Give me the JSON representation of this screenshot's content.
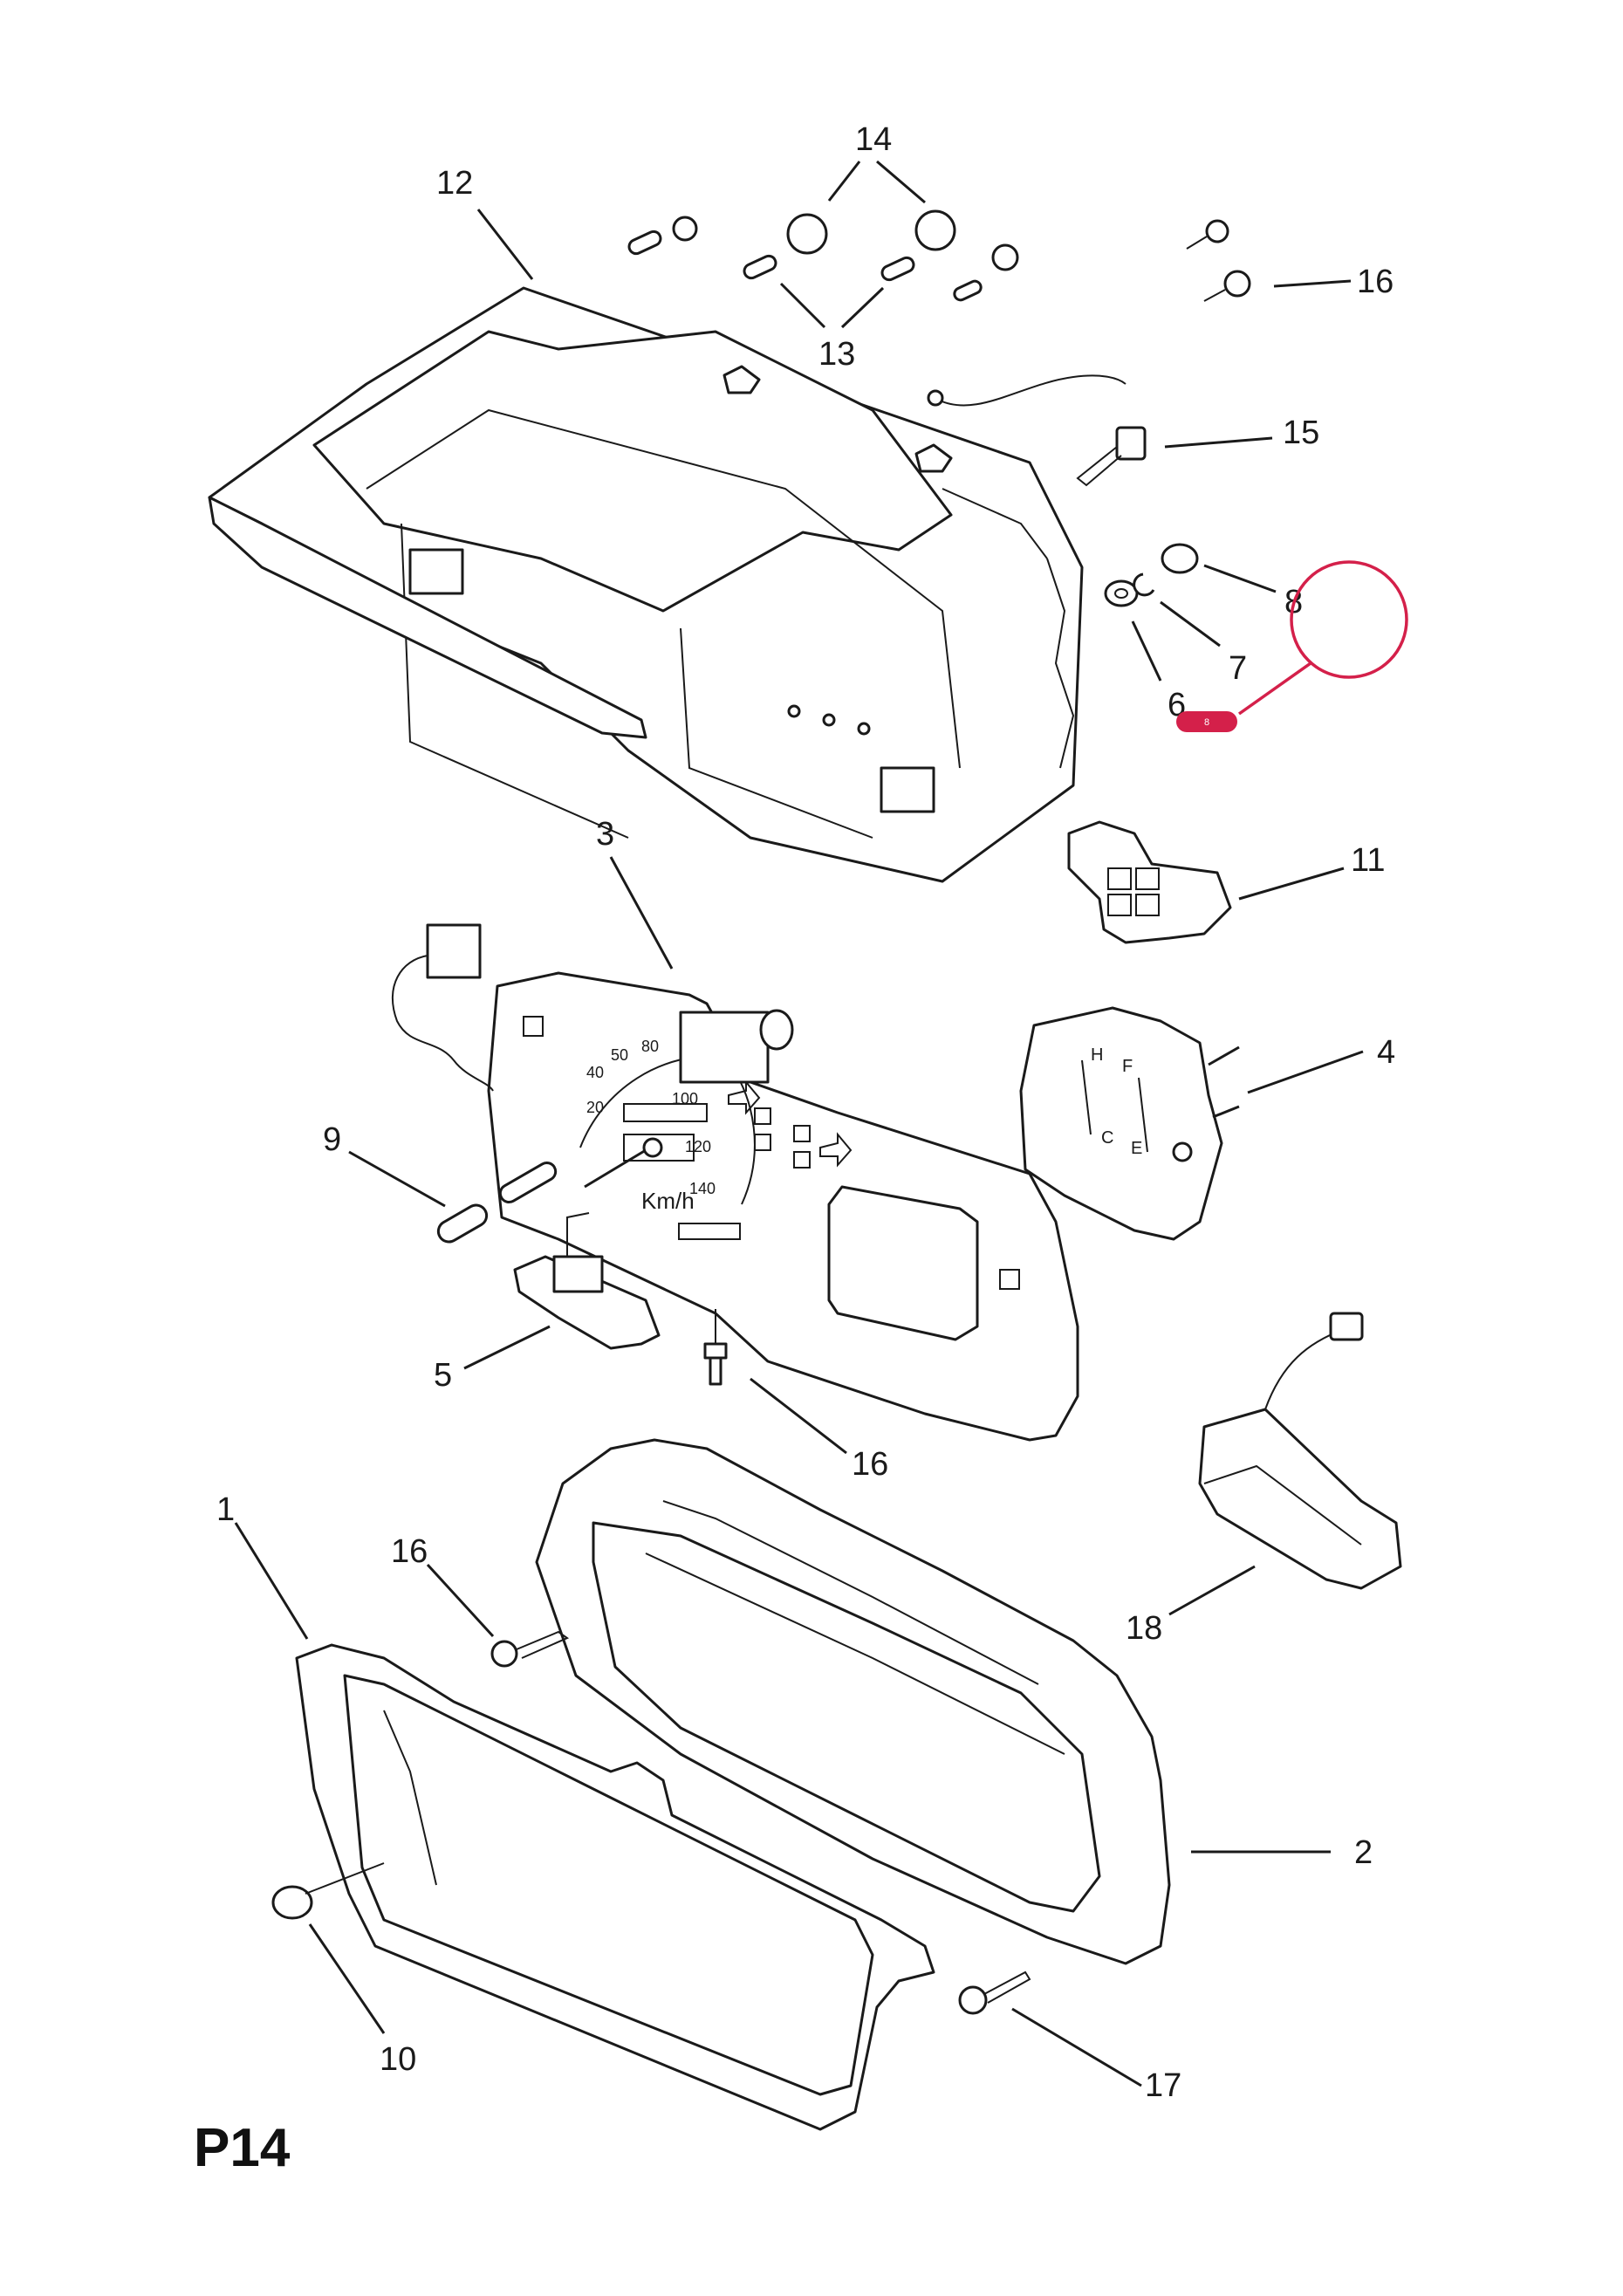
{
  "diagram": {
    "page_code": "P14",
    "callouts": [
      {
        "id": "c12",
        "text": "12"
      },
      {
        "id": "c14",
        "text": "14"
      },
      {
        "id": "c13",
        "text": "13"
      },
      {
        "id": "c16a",
        "text": "16"
      },
      {
        "id": "c15",
        "text": "15"
      },
      {
        "id": "c8",
        "text": "8"
      },
      {
        "id": "c7",
        "text": "7"
      },
      {
        "id": "c6",
        "text": "6"
      },
      {
        "id": "c11",
        "text": "11"
      },
      {
        "id": "c3",
        "text": "3"
      },
      {
        "id": "c4",
        "text": "4"
      },
      {
        "id": "c9",
        "text": "9"
      },
      {
        "id": "c5",
        "text": "5"
      },
      {
        "id": "c16b",
        "text": "16"
      },
      {
        "id": "c1",
        "text": "1"
      },
      {
        "id": "c16c",
        "text": "16"
      },
      {
        "id": "c18",
        "text": "18"
      },
      {
        "id": "c2",
        "text": "2"
      },
      {
        "id": "c10",
        "text": "10"
      },
      {
        "id": "c17",
        "text": "17"
      }
    ],
    "gauge_text": {
      "unit": "Km/h",
      "ticks": [
        "20",
        "40",
        "50",
        "80",
        "100",
        "120",
        "140"
      ],
      "temp_marks": [
        "H",
        "C"
      ],
      "fuel_marks": [
        "F",
        "E"
      ]
    },
    "hotspot": {
      "marker_text": "8",
      "color": "#d4204a"
    }
  }
}
